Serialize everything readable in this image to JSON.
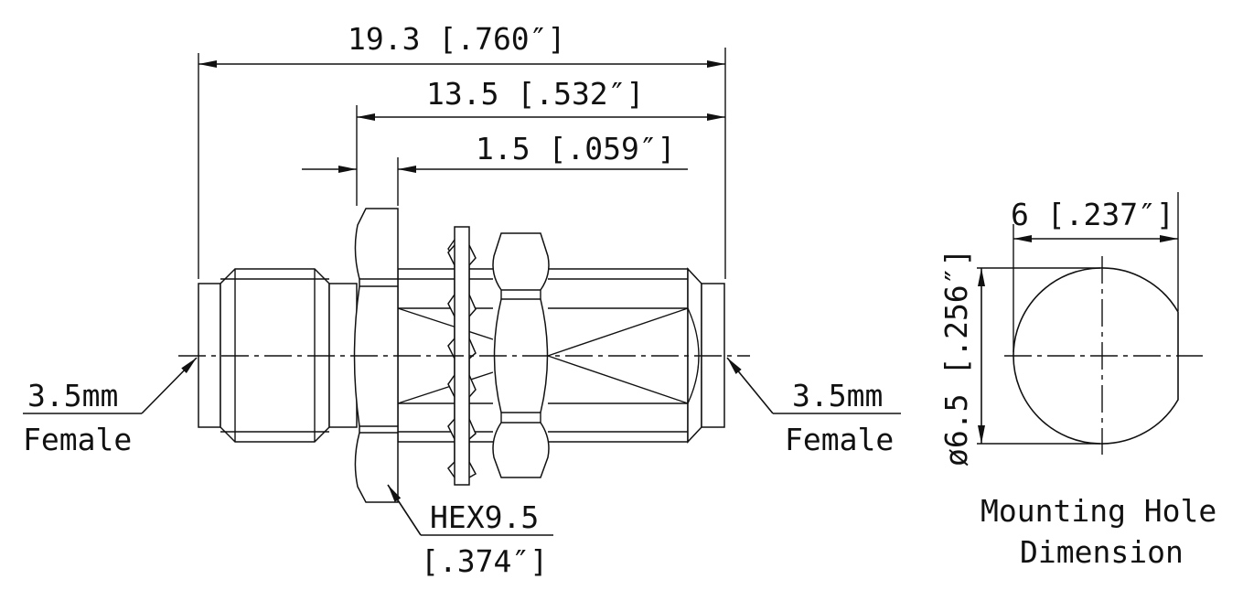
{
  "dimensions": {
    "overall_length": "19.3 [.760″]",
    "body_length": "13.5 [.532″]",
    "flange_thickness": "1.5 [.059″]",
    "hex_size_line1": "HEX9.5",
    "hex_size_line2": "[.374″]",
    "hole_width": "6 [.237″]",
    "hole_diameter": "ø6.5 [.256″]"
  },
  "callouts": {
    "left_connector_line1": "3.5mm",
    "left_connector_line2": "Female",
    "right_connector_line1": "3.5mm",
    "right_connector_line2": "Female"
  },
  "mounting_hole": {
    "caption_line1": "Mounting Hole",
    "caption_line2": "Dimension"
  }
}
